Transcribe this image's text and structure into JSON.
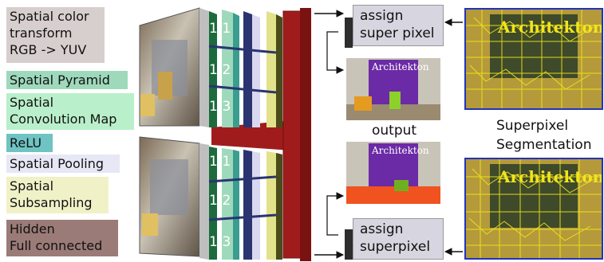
{
  "legend": [
    {
      "label": "Spatial color\ntransform\nRGB -> YUV",
      "color": "#d7cfcd"
    },
    {
      "label": "Spatial Pyramid",
      "color": "#9fd9bb"
    },
    {
      "label": "Spatial\nConvolution Map",
      "color": "#b9efca"
    },
    {
      "label": "ReLU",
      "color": "#6fc3c3"
    },
    {
      "label": "Spatial Pooling",
      "color": "#e7e7f6"
    },
    {
      "label": "Spatial\nSubsampling",
      "color": "#f1f1c8"
    },
    {
      "label": "Hidden\nFull connected",
      "color": "#9b7b77"
    }
  ],
  "pyramid": {
    "scales_top": [
      "1:1",
      "1:2",
      "1:3"
    ],
    "scales_bottom": [
      "1:1",
      "1:2",
      "1:3"
    ],
    "image_text": "Architekton"
  },
  "assign_top": {
    "line1": "assign",
    "line2": "super pixel"
  },
  "assign_bottom": {
    "line1": "assign",
    "line2": "superpixel"
  },
  "output_label": "output",
  "superpixel_label": {
    "line1": "Superpixel",
    "line2": "Segmentation"
  },
  "colors": {
    "layer_green_dark": "#1b6b3d",
    "layer_teal": "#3a9d8f",
    "layer_navy": "#2b3470",
    "layer_lavender": "#d9d8f0",
    "layer_yellow": "#e2e28a",
    "layer_red": "#a01c1c",
    "seg_border": "#2233bb",
    "purple_book": "#6b2aa6"
  }
}
